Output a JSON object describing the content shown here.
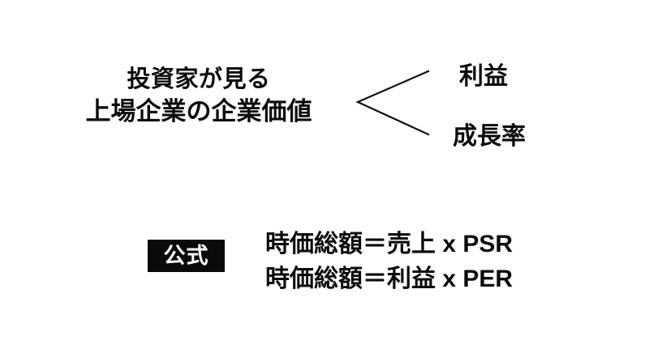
{
  "slide": {
    "background_color": "#ffffff",
    "text_color": "#0b0b0b",
    "badge_background_color": "#0a0a0a",
    "badge_text_color": "#ffffff"
  },
  "concept": {
    "heading_line_1": "投資家が見る",
    "heading_line_2": "上場企業の企業価値",
    "bracket_symbol": "<",
    "factors": [
      {
        "label": "利益"
      },
      {
        "label": "成長率"
      }
    ]
  },
  "formula": {
    "badge_label": "公式",
    "lines": [
      {
        "text": "時価総額＝売上 x PSR"
      },
      {
        "text": "時価総額＝利益 x PER"
      }
    ]
  }
}
